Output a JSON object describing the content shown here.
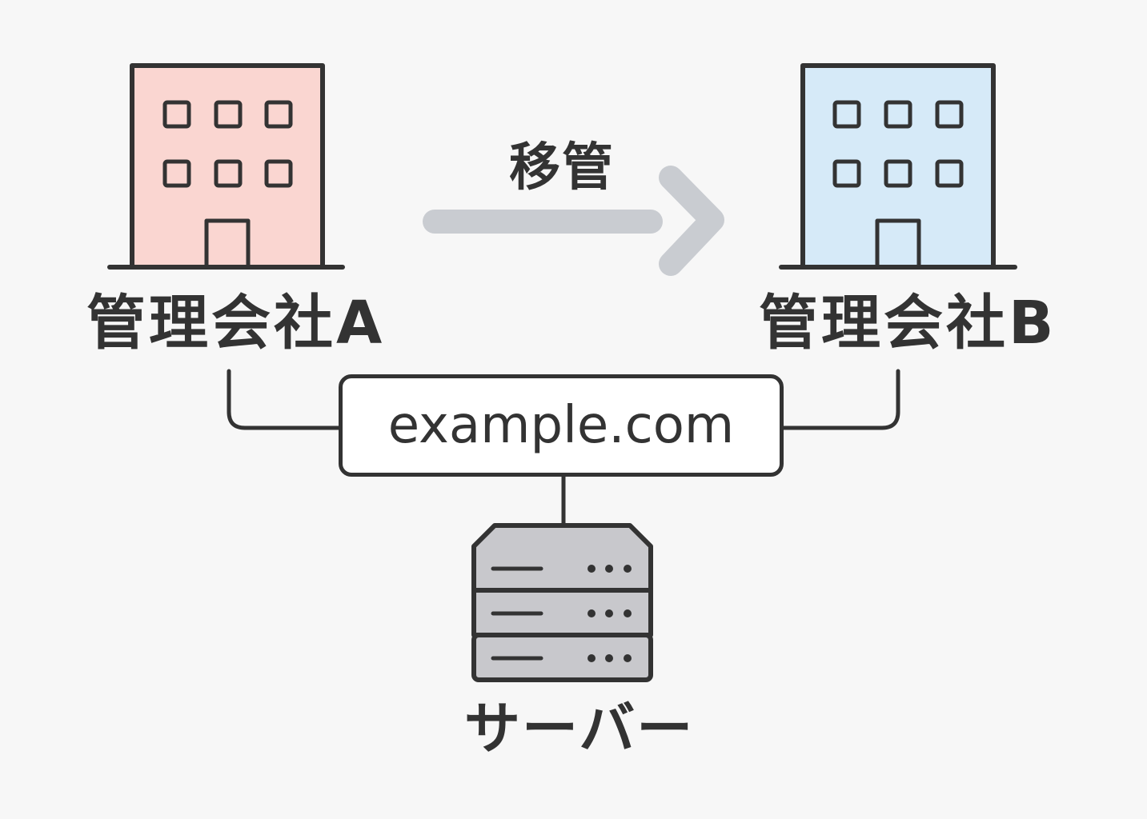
{
  "nodes": {
    "company_a": {
      "label": "管理会社A",
      "fill": "#fad6d1"
    },
    "company_b": {
      "label": "管理会社B",
      "fill": "#d6eaf8"
    },
    "domain": {
      "label": "example.com"
    },
    "server": {
      "label": "サーバー",
      "fill": "#c8c8cc"
    }
  },
  "edges": {
    "transfer": {
      "label": "移管",
      "from": "company_a",
      "to": "company_b",
      "color": "#c9ccd1"
    },
    "links": [
      {
        "from": "company_a",
        "to": "domain"
      },
      {
        "from": "company_b",
        "to": "domain"
      },
      {
        "from": "domain",
        "to": "server"
      }
    ]
  },
  "colors": {
    "stroke": "#333333",
    "background": "#f7f7f7"
  }
}
